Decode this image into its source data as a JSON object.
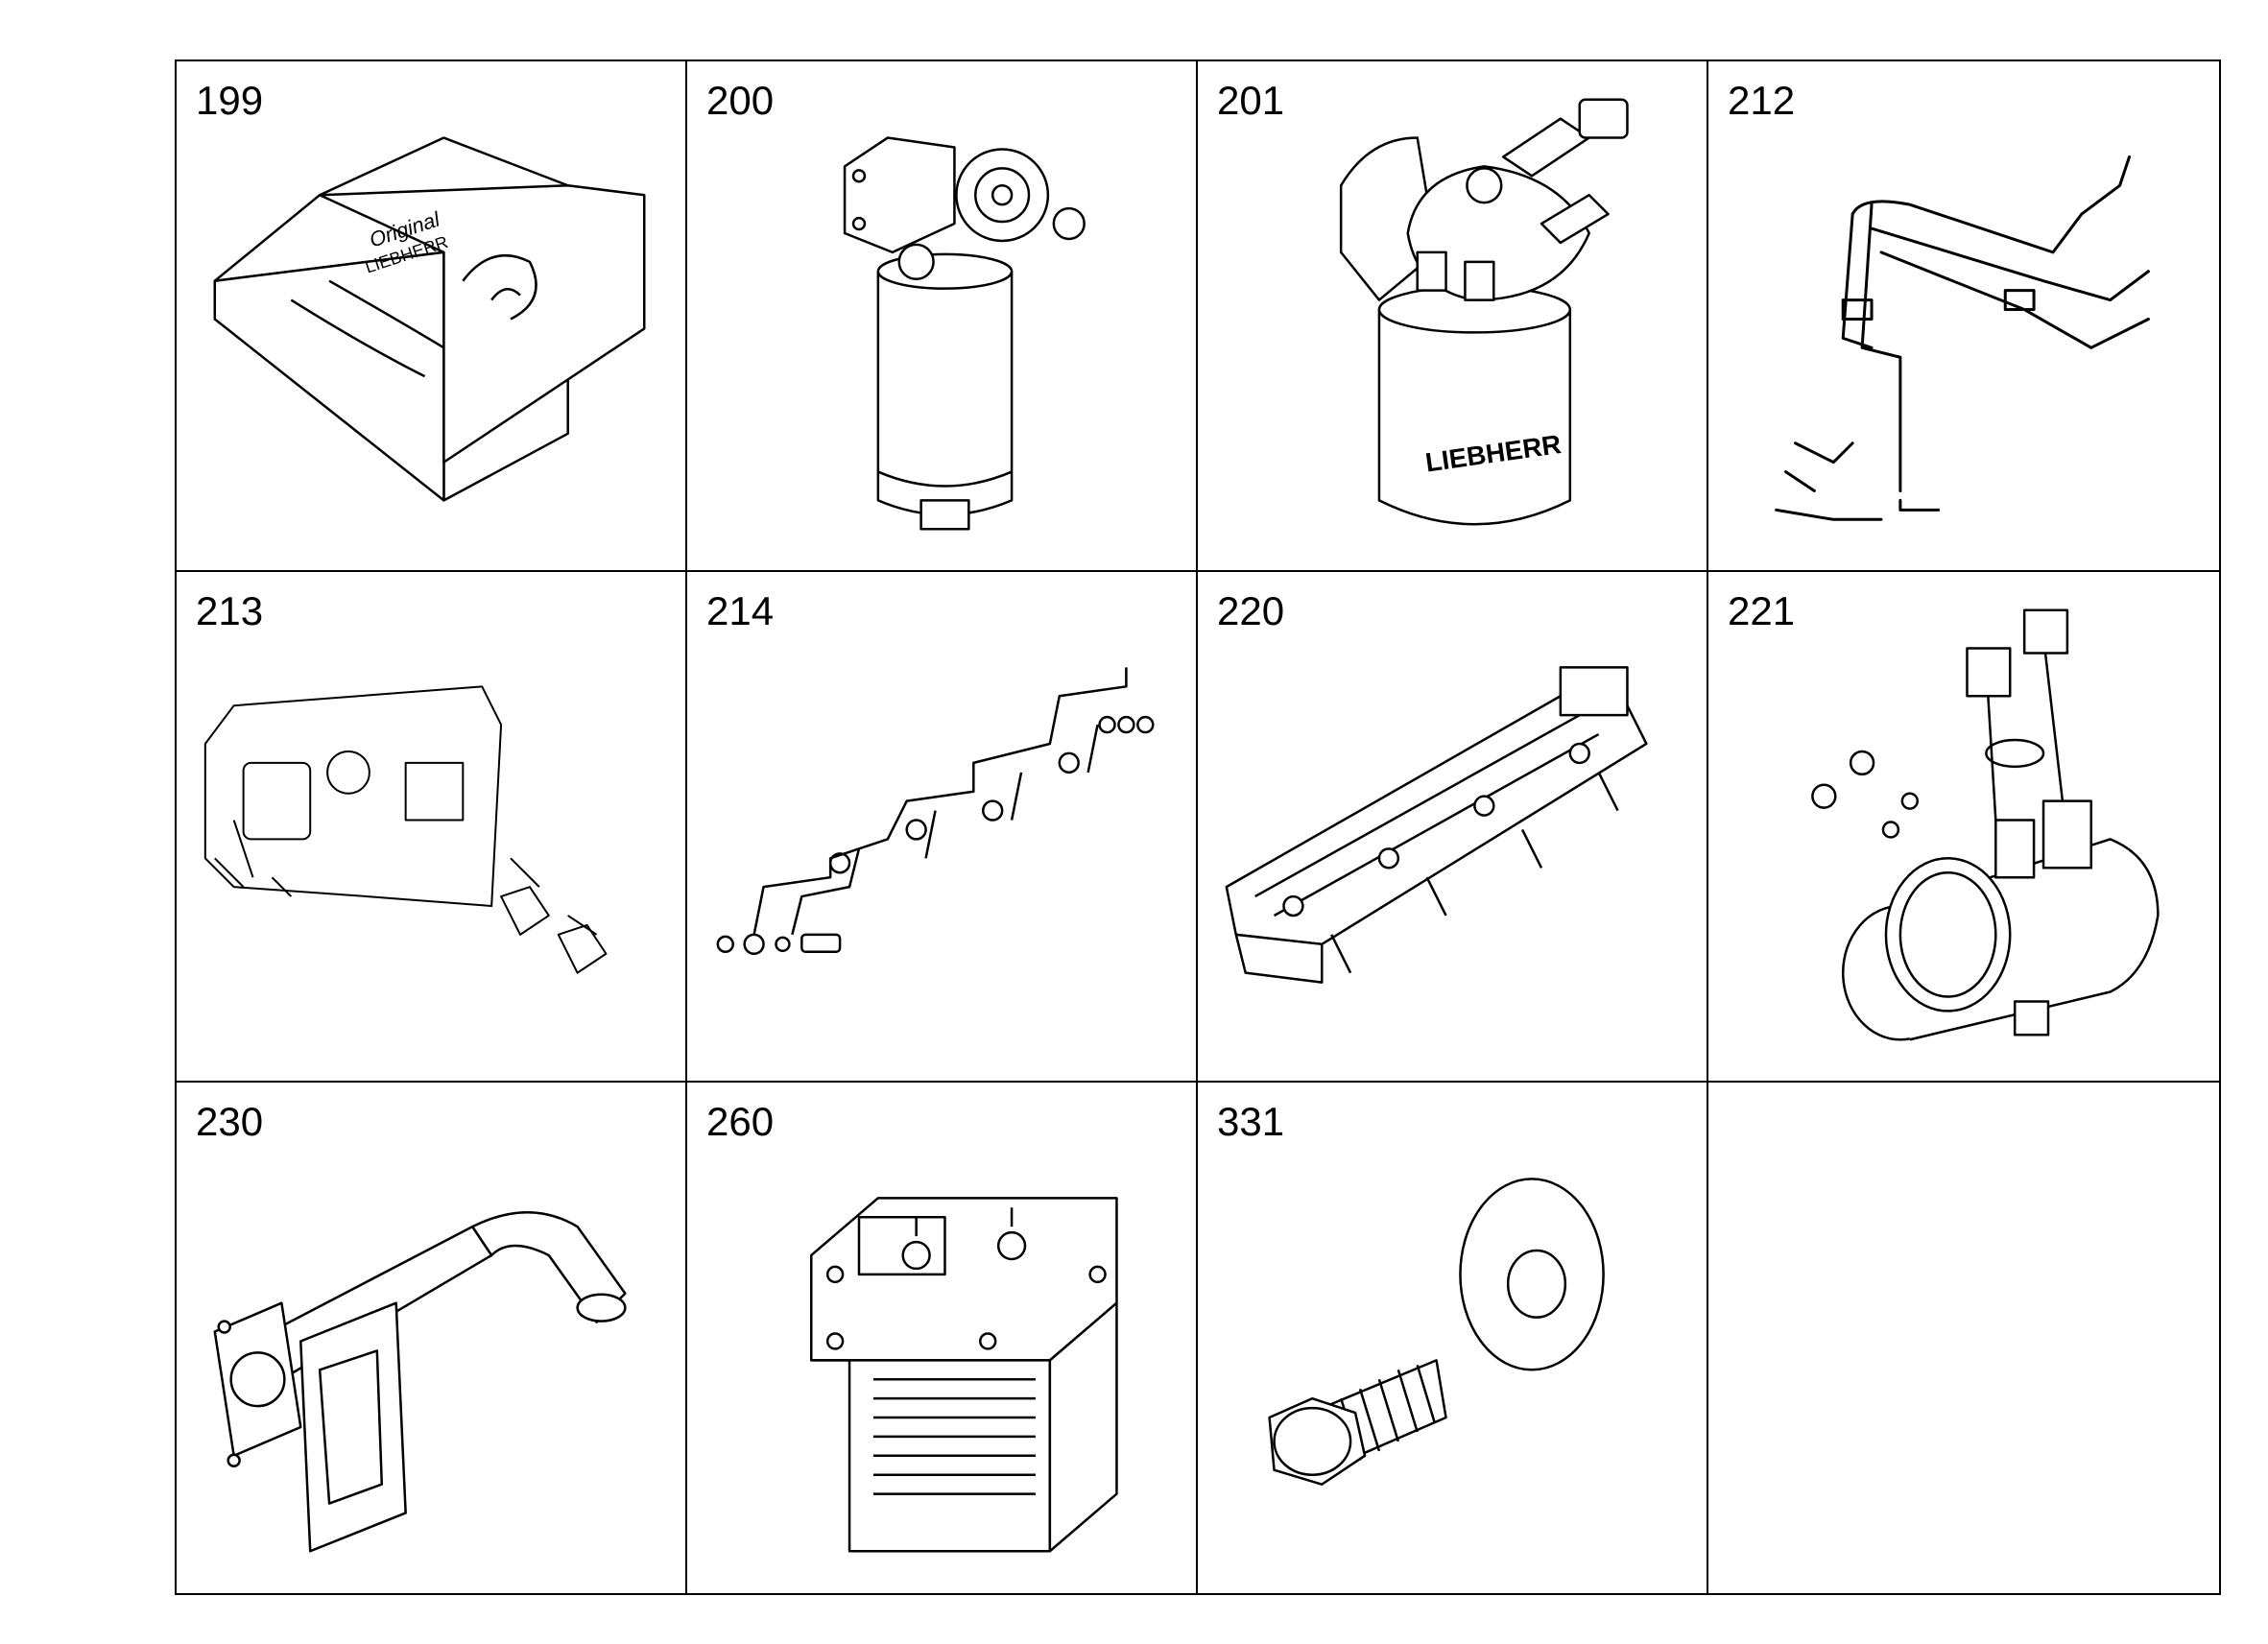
{
  "parts": [
    {
      "label": "199",
      "icon": "parts-box-icon"
    },
    {
      "label": "200",
      "icon": "fuel-filter-assembly-icon"
    },
    {
      "label": "201",
      "icon": "fuel-filter-with-fittings-icon"
    },
    {
      "label": "212",
      "icon": "fuel-line-set-icon"
    },
    {
      "label": "213",
      "icon": "engine-fitting-icon"
    },
    {
      "label": "214",
      "icon": "injection-line-set-icon"
    },
    {
      "label": "220",
      "icon": "intake-manifold-icon"
    },
    {
      "label": "221",
      "icon": "pipe-connector-icon"
    },
    {
      "label": "230",
      "icon": "exhaust-pipe-icon"
    },
    {
      "label": "260",
      "icon": "heat-exchanger-icon"
    },
    {
      "label": "331",
      "icon": "bolt-and-washer-icon"
    },
    {
      "label": "",
      "icon": ""
    }
  ],
  "box_print": {
    "line1": "Original",
    "line2": "LIEBHERR"
  },
  "filter_brand": "LIEBHERR"
}
